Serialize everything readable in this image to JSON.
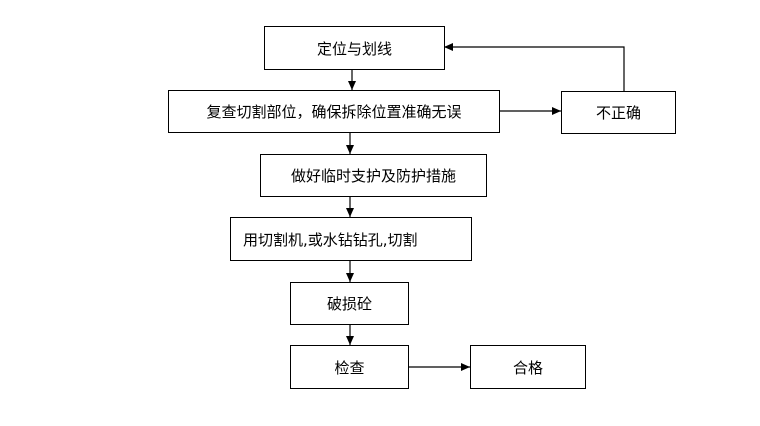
{
  "flowchart": {
    "steps": [
      {
        "id": "step1",
        "label": "定位与划线"
      },
      {
        "id": "step2",
        "label": "复查切割部位，确保拆除位置准确无误"
      },
      {
        "id": "step3",
        "label": "做好临时支护及防护措施"
      },
      {
        "id": "step4",
        "label": "用切割机,或水钻钻孔,切割"
      },
      {
        "id": "step5",
        "label": "破损砼"
      },
      {
        "id": "step6",
        "label": "检查"
      }
    ],
    "branch_incorrect": {
      "label": "不正确"
    },
    "branch_pass": {
      "label": "合格"
    }
  },
  "colors": {
    "line": "#000000",
    "box_border": "#000000",
    "background": "#ffffff"
  }
}
